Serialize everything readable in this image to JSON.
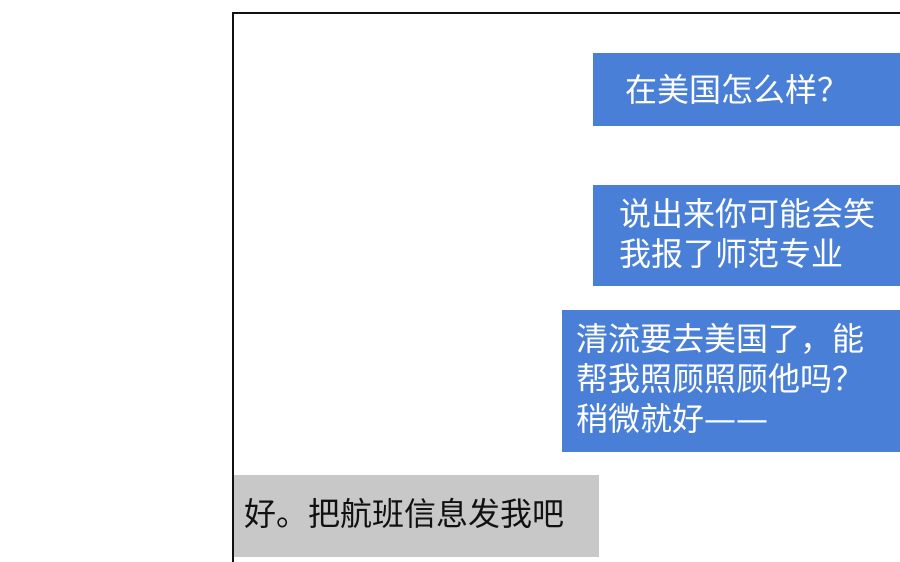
{
  "colors": {
    "outgoing_bubble": "#4a7fd8",
    "incoming_bubble": "#c8c8c8",
    "outgoing_text": "#ffffff",
    "incoming_text": "#111111",
    "frame": "#111111"
  },
  "messages": [
    {
      "side": "right",
      "lines": [
        "在美国怎么样？"
      ]
    },
    {
      "side": "right",
      "lines": [
        "说出来你可能会笑",
        "我报了师范专业"
      ]
    },
    {
      "side": "right",
      "lines": [
        "清流要去美国了，能",
        "帮我照顾照顾他吗？",
        "稍微就好——"
      ]
    },
    {
      "side": "left",
      "lines": [
        "好。把航班信息发我吧"
      ]
    }
  ]
}
